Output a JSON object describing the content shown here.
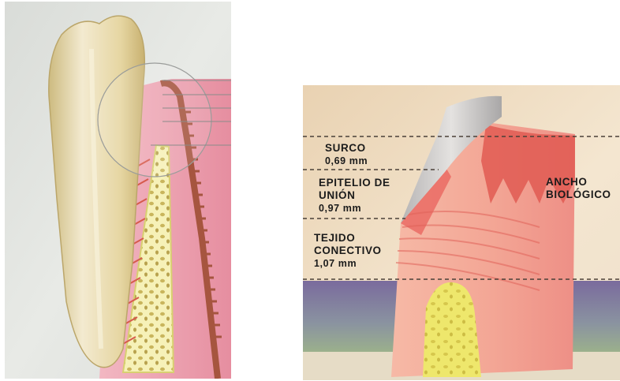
{
  "colors": {
    "tooth": "#e9dcac",
    "gum": "#e89aa6",
    "bone": "#f0ec9c",
    "connective": "#f3b1a0",
    "epithelium": "#e8625c",
    "background_left": "#e4e6e4",
    "background_right": "#f0ddc4",
    "band_purple": "#7c6c9c"
  },
  "left_panel": {
    "name": "tooth-gum-bone-cross-section"
  },
  "right_panel": {
    "name": "biologic-width-zoom",
    "layers": [
      {
        "title_lines": [
          "SURCO"
        ],
        "value": "0,69 mm"
      },
      {
        "title_lines": [
          "EPITELIO DE",
          "UNIÓN"
        ],
        "value": "0,97 mm"
      },
      {
        "title_lines": [
          "TEJIDO",
          "CONECTIVO"
        ],
        "value": "1,07 mm"
      }
    ],
    "side_label_lines": [
      "ANCHO",
      "BIOLÓGICO"
    ]
  }
}
